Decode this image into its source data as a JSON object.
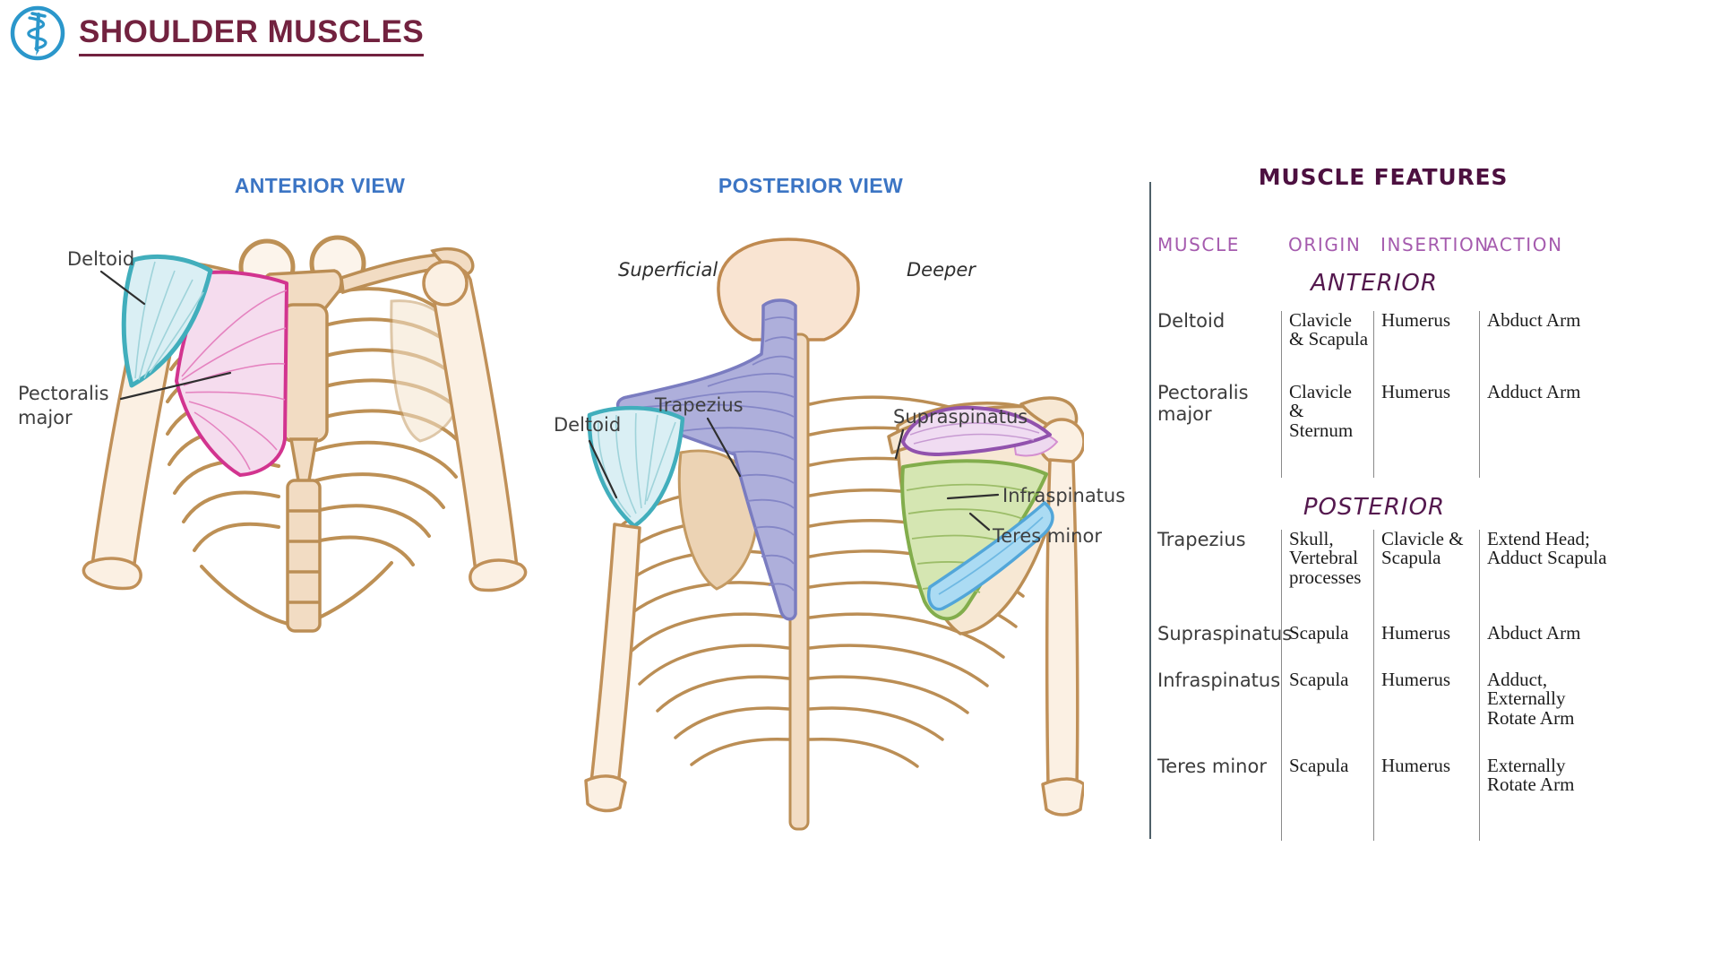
{
  "header": {
    "title": "SHOULDER MUSCLES",
    "logo_icon": "rod-of-asclepius-icon"
  },
  "anterior_view": {
    "title": "ANTERIOR VIEW",
    "labels": {
      "deltoid": "Deltoid",
      "pectoralis_major": "Pectoralis major"
    }
  },
  "posterior_view": {
    "title": "POSTERIOR VIEW",
    "depth_labels": {
      "superficial": "Superficial",
      "deeper": "Deeper"
    },
    "labels": {
      "deltoid": "Deltoid",
      "trapezius": "Trapezius",
      "supraspinatus": "Supraspinatus",
      "infraspinatus": "Infraspinatus",
      "teres_minor": "Teres minor"
    }
  },
  "muscle_features": {
    "title": "MUSCLE FEATURES",
    "columns": [
      "MUSCLE",
      "ORIGIN",
      "INSERTION",
      "ACTION"
    ],
    "sections": [
      {
        "heading": "ANTERIOR",
        "rows": [
          {
            "muscle": "Deltoid",
            "origin": "Clavicle & Scapula",
            "insertion": "Humerus",
            "action": "Abduct Arm"
          },
          {
            "muscle": "Pectoralis major",
            "origin": "Clavicle & Sternum",
            "insertion": "Humerus",
            "action": "Adduct Arm"
          }
        ]
      },
      {
        "heading": "POSTERIOR",
        "rows": [
          {
            "muscle": "Trapezius",
            "origin": "Skull, Vertebral processes",
            "insertion": "Clavicle & Scapula",
            "action": "Extend Head; Adduct Scapula"
          },
          {
            "muscle": "Supraspinatus",
            "origin": "Scapula",
            "insertion": "Humerus",
            "action": "Abduct Arm"
          },
          {
            "muscle": "Infraspinatus",
            "origin": "Scapula",
            "insertion": "Humerus",
            "action": "Adduct, Externally Rotate Arm"
          },
          {
            "muscle": "Teres minor",
            "origin": "Scapula",
            "insertion": "Humerus",
            "action": "Externally Rotate Arm"
          }
        ]
      }
    ]
  },
  "colors": {
    "brand_blue": "#2b97cb",
    "title_burgundy": "#72223f",
    "view_title_blue": "#3c75c4",
    "table_title_plum": "#4d1040",
    "column_header_purple": "#a55bae",
    "section_heading_plum": "#54184e",
    "deltoid_fill": "#daeff4",
    "deltoid_outline": "#41aebc",
    "pectoralis_fill": "#f5dcee",
    "pectoralis_outline": "#d2348f",
    "trapezius_fill": "#aeafdb",
    "trapezius_outline": "#7a7cc0",
    "supraspinatus_fill": "#f0dcf2",
    "supraspinatus_outline": "#9152ad",
    "infraspinatus_fill": "#d5e6b2",
    "infraspinatus_outline": "#82ad4c",
    "teres_minor_fill": "#abdbf3",
    "teres_minor_outline": "#52a6d9",
    "bone_outline": "#bb8e55",
    "bone_fill": "#fbf0e3"
  }
}
